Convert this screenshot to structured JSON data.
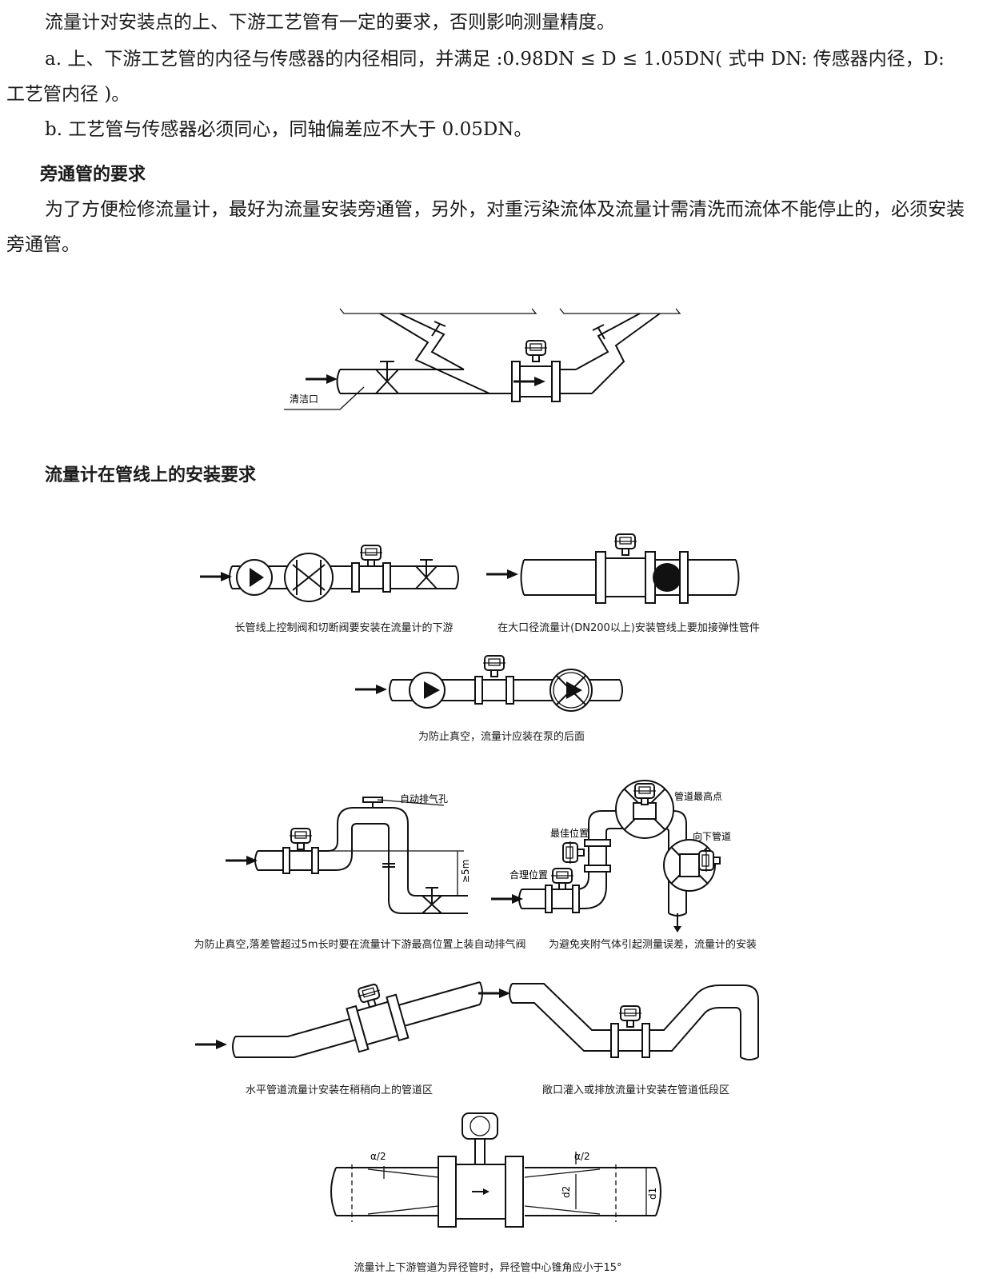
{
  "text": {
    "p1": "流量计对安装点的上、下游工艺管有一定的要求，否则影响测量精度。",
    "p2": "a. 上、下游工艺管的内径与传感器的内径相同，并满足 :0.98DN ≤ D ≤ 1.05DN( 式中 DN: 传感器内径，D: 工艺管内径 )。",
    "p3": "b. 工艺管与传感器必须同心，同轴偏差应不大于 0.05DN。",
    "h1": "旁通管的要求",
    "p4": "为了方便检修流量计，最好为流量安装旁通管，另外，对重污染流体及流量计需清洗而流体不能停止的，必须安装旁通管。",
    "h2": "流量计在管线上的安装要求"
  },
  "labels": {
    "clean_port": "清洁口",
    "auto_vent": "自动排气孔",
    "five_m": "≥5m",
    "pipe_top": "管道最高点",
    "best_pos": "最佳位置",
    "downward": "向下管道",
    "ok_pos": "合理位置",
    "half_a_left": "α/2",
    "half_a_right": "α/2",
    "d1": "d1",
    "d2": "d2"
  },
  "captions": {
    "c1": "长管线上控制阀和切断阀要安装在流量计的下游",
    "c2": "在大口径流量计(DN200以上)安装管线上要加接弹性管件",
    "c3": "为防止真空，流量计应装在泵的后面",
    "c4": "为防止真空,落差管超过5m长时要在流量计下游最高位置上装自动排气阀",
    "c5": "为避免夹附气体引起测量误差，流量计的安装",
    "c6": "水平管道流量计安装在稍稍向上的管道区",
    "c7": "敞口灌入或排放流量计安装在管道低段区",
    "c8": "流量计上下游管道为异径管时，异径管中心锥角应小于15°"
  }
}
